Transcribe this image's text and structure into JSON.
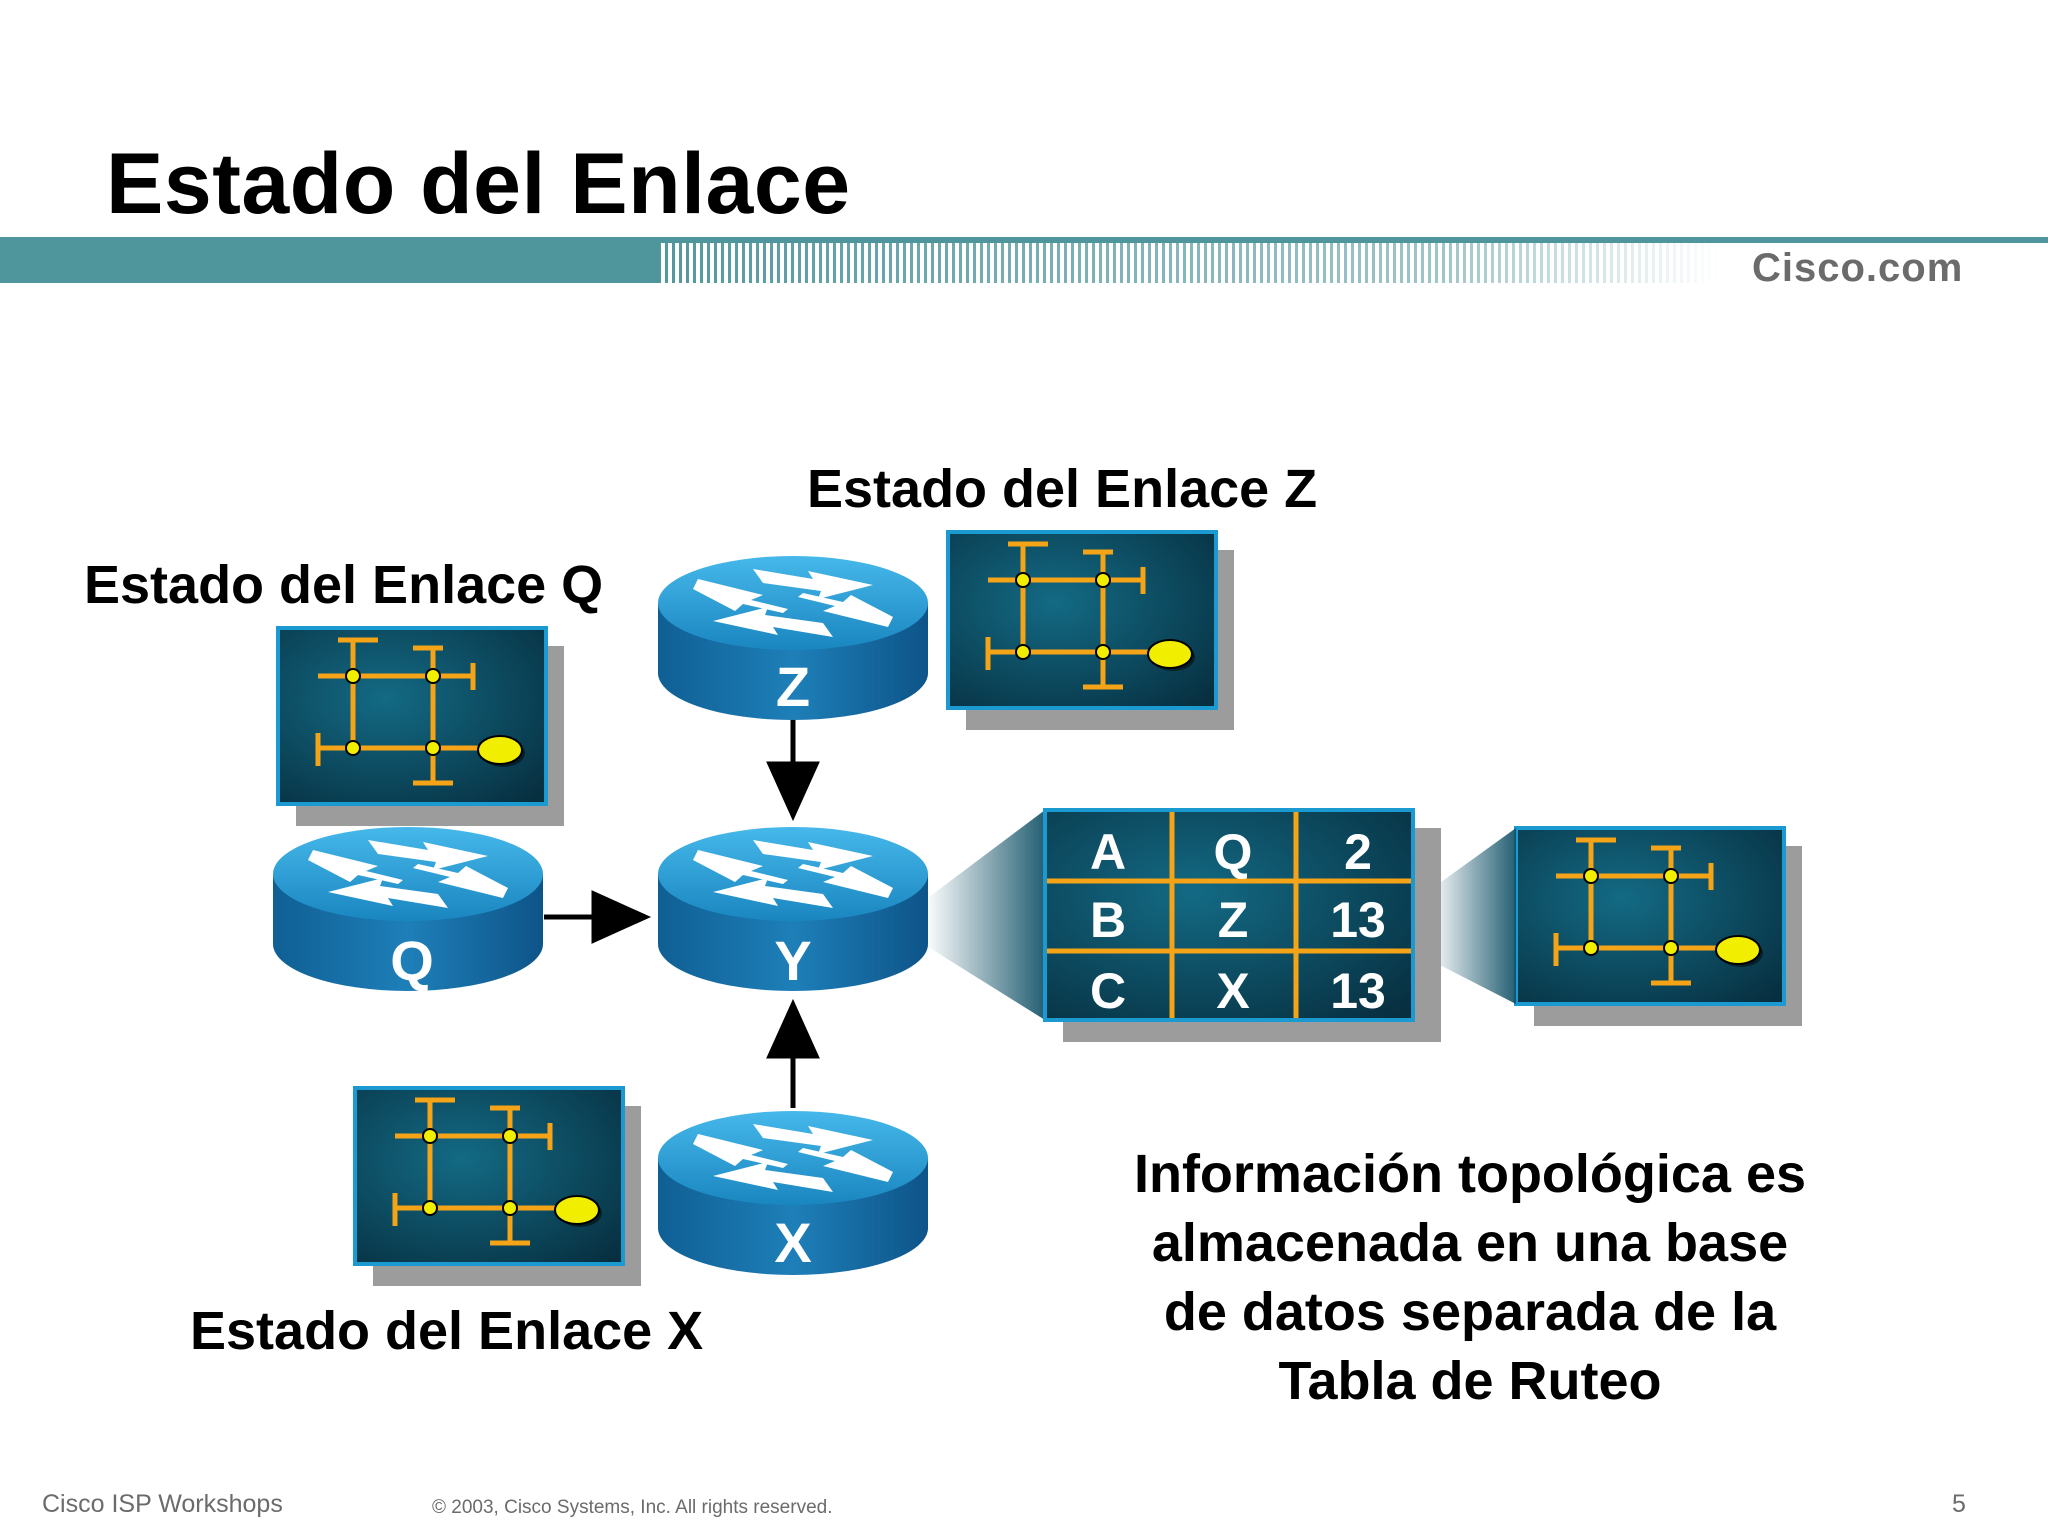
{
  "header": {
    "title": "Estado del Enlace",
    "brand": "Cisco.com"
  },
  "labels": {
    "link_state_z": "Estado del Enlace Z",
    "link_state_q": "Estado del Enlace Q",
    "link_state_x": "Estado del Enlace X"
  },
  "routers": {
    "z": "Z",
    "q": "Q",
    "y": "Y",
    "x": "X"
  },
  "routing_table": {
    "rows": [
      [
        "A",
        "Q",
        "2"
      ],
      [
        "B",
        "Z",
        "13"
      ],
      [
        "C",
        "X",
        "13"
      ]
    ]
  },
  "info_text": {
    "line1": "Información topológica es",
    "line2": "almacenada en una base",
    "line3": "de datos separada de la",
    "line4": "Tabla de Ruteo"
  },
  "footer": {
    "left": "Cisco ISP Workshops",
    "copyright": "© 2003, Cisco Systems, Inc. All rights reserved.",
    "page": "5"
  },
  "colors": {
    "band": "#4f969c",
    "router": "#1f8fc6",
    "panel": "#0c4d63",
    "topology_lines": "#f5a417",
    "node": "#f2ee00"
  }
}
